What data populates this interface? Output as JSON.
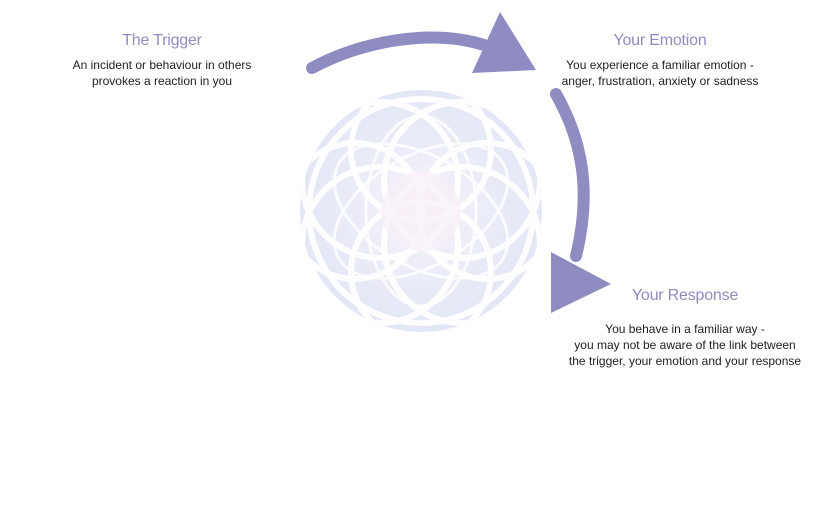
{
  "stages": [
    {
      "title": "The Trigger",
      "lines": [
        "An incident or behaviour in others",
        "provokes a reaction in you"
      ]
    },
    {
      "title": "Your Emotion",
      "lines": [
        "You experience a familiar emotion -",
        "anger, frustration, anxiety or sadness"
      ]
    },
    {
      "title": "Your Response",
      "lines": [
        "You behave in a familiar way -",
        "you may not be aware of the link between",
        "the trigger, your emotion and your response"
      ]
    }
  ],
  "colors": {
    "arrow": "#8f8cc2",
    "title": "#8f8cc2",
    "text": "#1e1e1e",
    "orb_glow": "#e4e6f4",
    "orb_center": "#f6eef8"
  },
  "icons": [
    "curved-arrow-right",
    "curved-arrow-down",
    "decorative-orb"
  ]
}
